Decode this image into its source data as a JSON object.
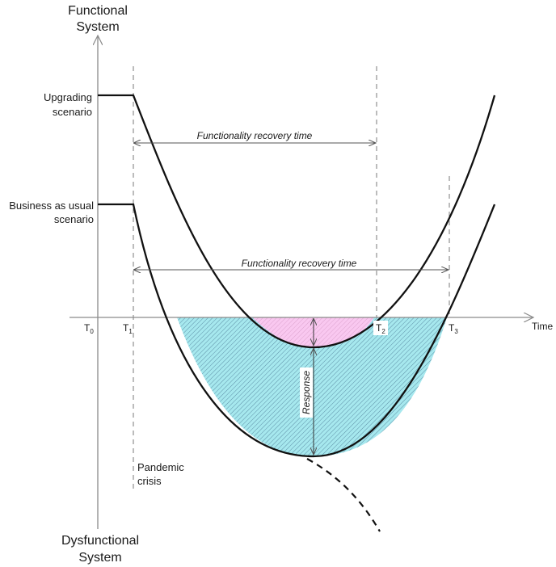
{
  "axis_labels": {
    "y_top_line1": "Functional",
    "y_top_line2": "System",
    "y_bottom_line1": "Dysfunctional",
    "y_bottom_line2": "System",
    "x_axis": "Time"
  },
  "scenarios": {
    "upgrading_line1": "Upgrading",
    "upgrading_line2": "scenario",
    "business_line1": "Business as usual",
    "business_line2": "scenario"
  },
  "time_marks": [
    {
      "base": "T",
      "sub": "0"
    },
    {
      "base": "T",
      "sub": "1"
    },
    {
      "base": "T",
      "sub": "2"
    },
    {
      "base": "T",
      "sub": "3"
    }
  ],
  "annotations": {
    "recovery_upper": "Functionality recovery time",
    "recovery_lower": "Functionality recovery time",
    "response": "Response",
    "crisis_line1": "Pandemic",
    "crisis_line2": "crisis"
  },
  "colors": {
    "pink_fill": "#f9c8f0",
    "cyan_fill": "#a6e8ee",
    "hatch": "#5d8fa6",
    "curve": "#111111",
    "axis": "#8a8a8a",
    "guide": "#7a7a7a"
  }
}
